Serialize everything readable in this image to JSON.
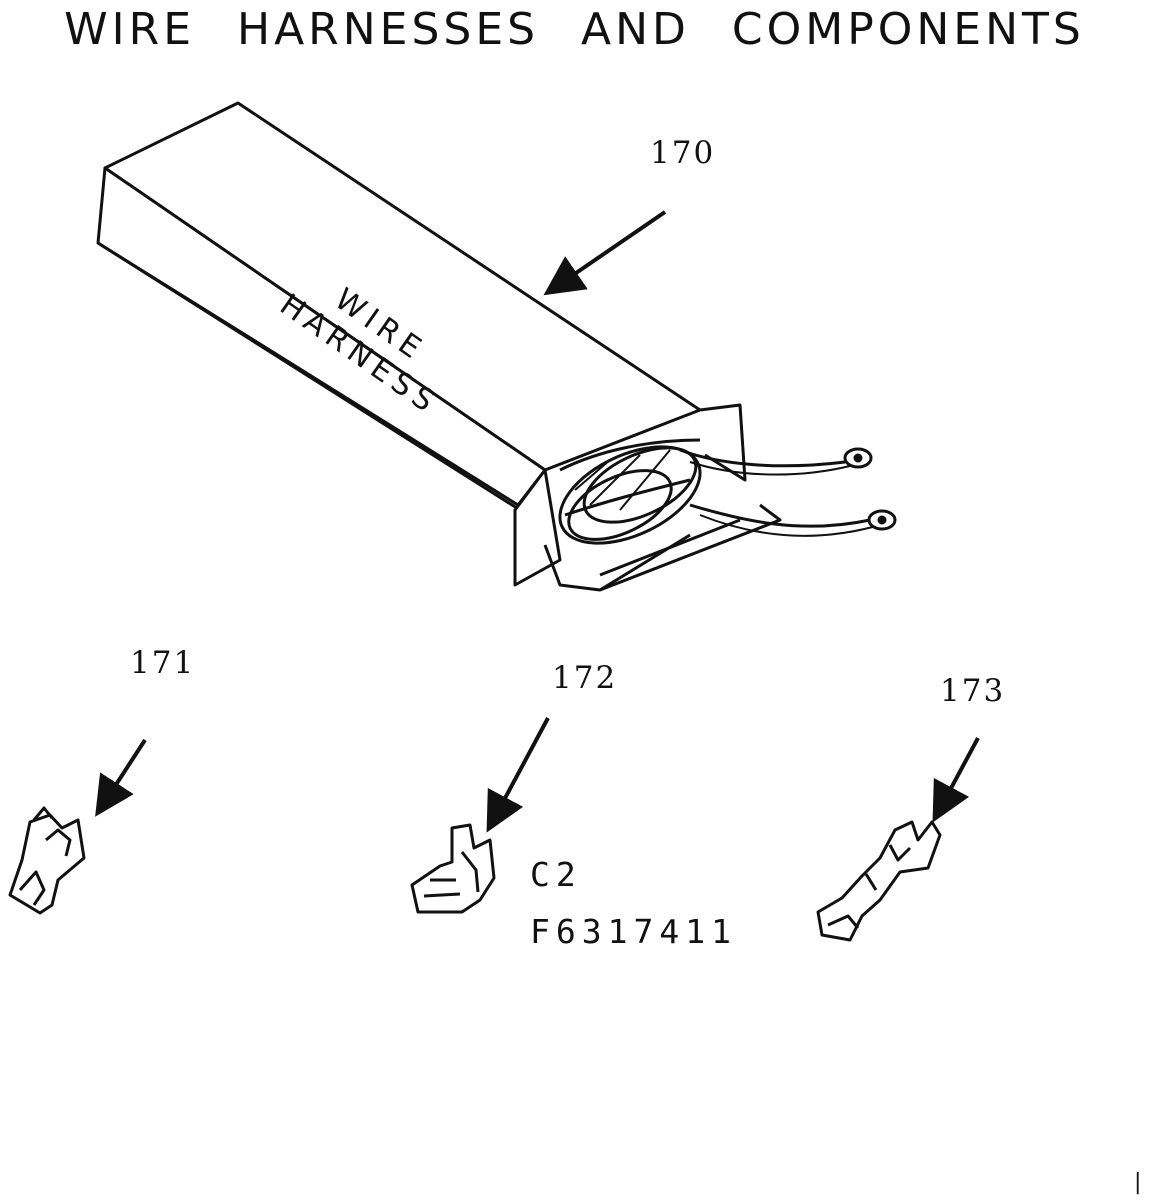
{
  "page": {
    "title": "WIRE HARNESSES AND COMPONENTS",
    "corner_mark": "|"
  },
  "harness": {
    "ref": "170",
    "box_label_line1": "WIRE",
    "box_label_line2": "HARNESS"
  },
  "terminals": [
    {
      "ref": "171"
    },
    {
      "ref": "172",
      "code_line1": "C2",
      "code_line2": "F6317411"
    },
    {
      "ref": "173"
    }
  ]
}
